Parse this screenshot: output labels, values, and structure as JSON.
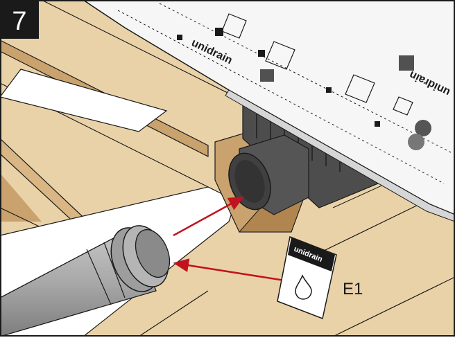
{
  "step": {
    "number": "7",
    "badge_color": "#1a1a1a"
  },
  "channel": {
    "brand": "unidrain",
    "brand_mirrored": "unidrain"
  },
  "sachet": {
    "brand": "unidrain",
    "icon": "water-drop-icon",
    "label": "E1"
  },
  "colors": {
    "wood": "#ead2a8",
    "wood_dark": "#c9a26e",
    "plank_white": "#ffffff",
    "pipe": "#a7a7a7",
    "socket": "#5a5a5a",
    "arrow": "#c1121f",
    "outline": "#1a1a1a"
  }
}
